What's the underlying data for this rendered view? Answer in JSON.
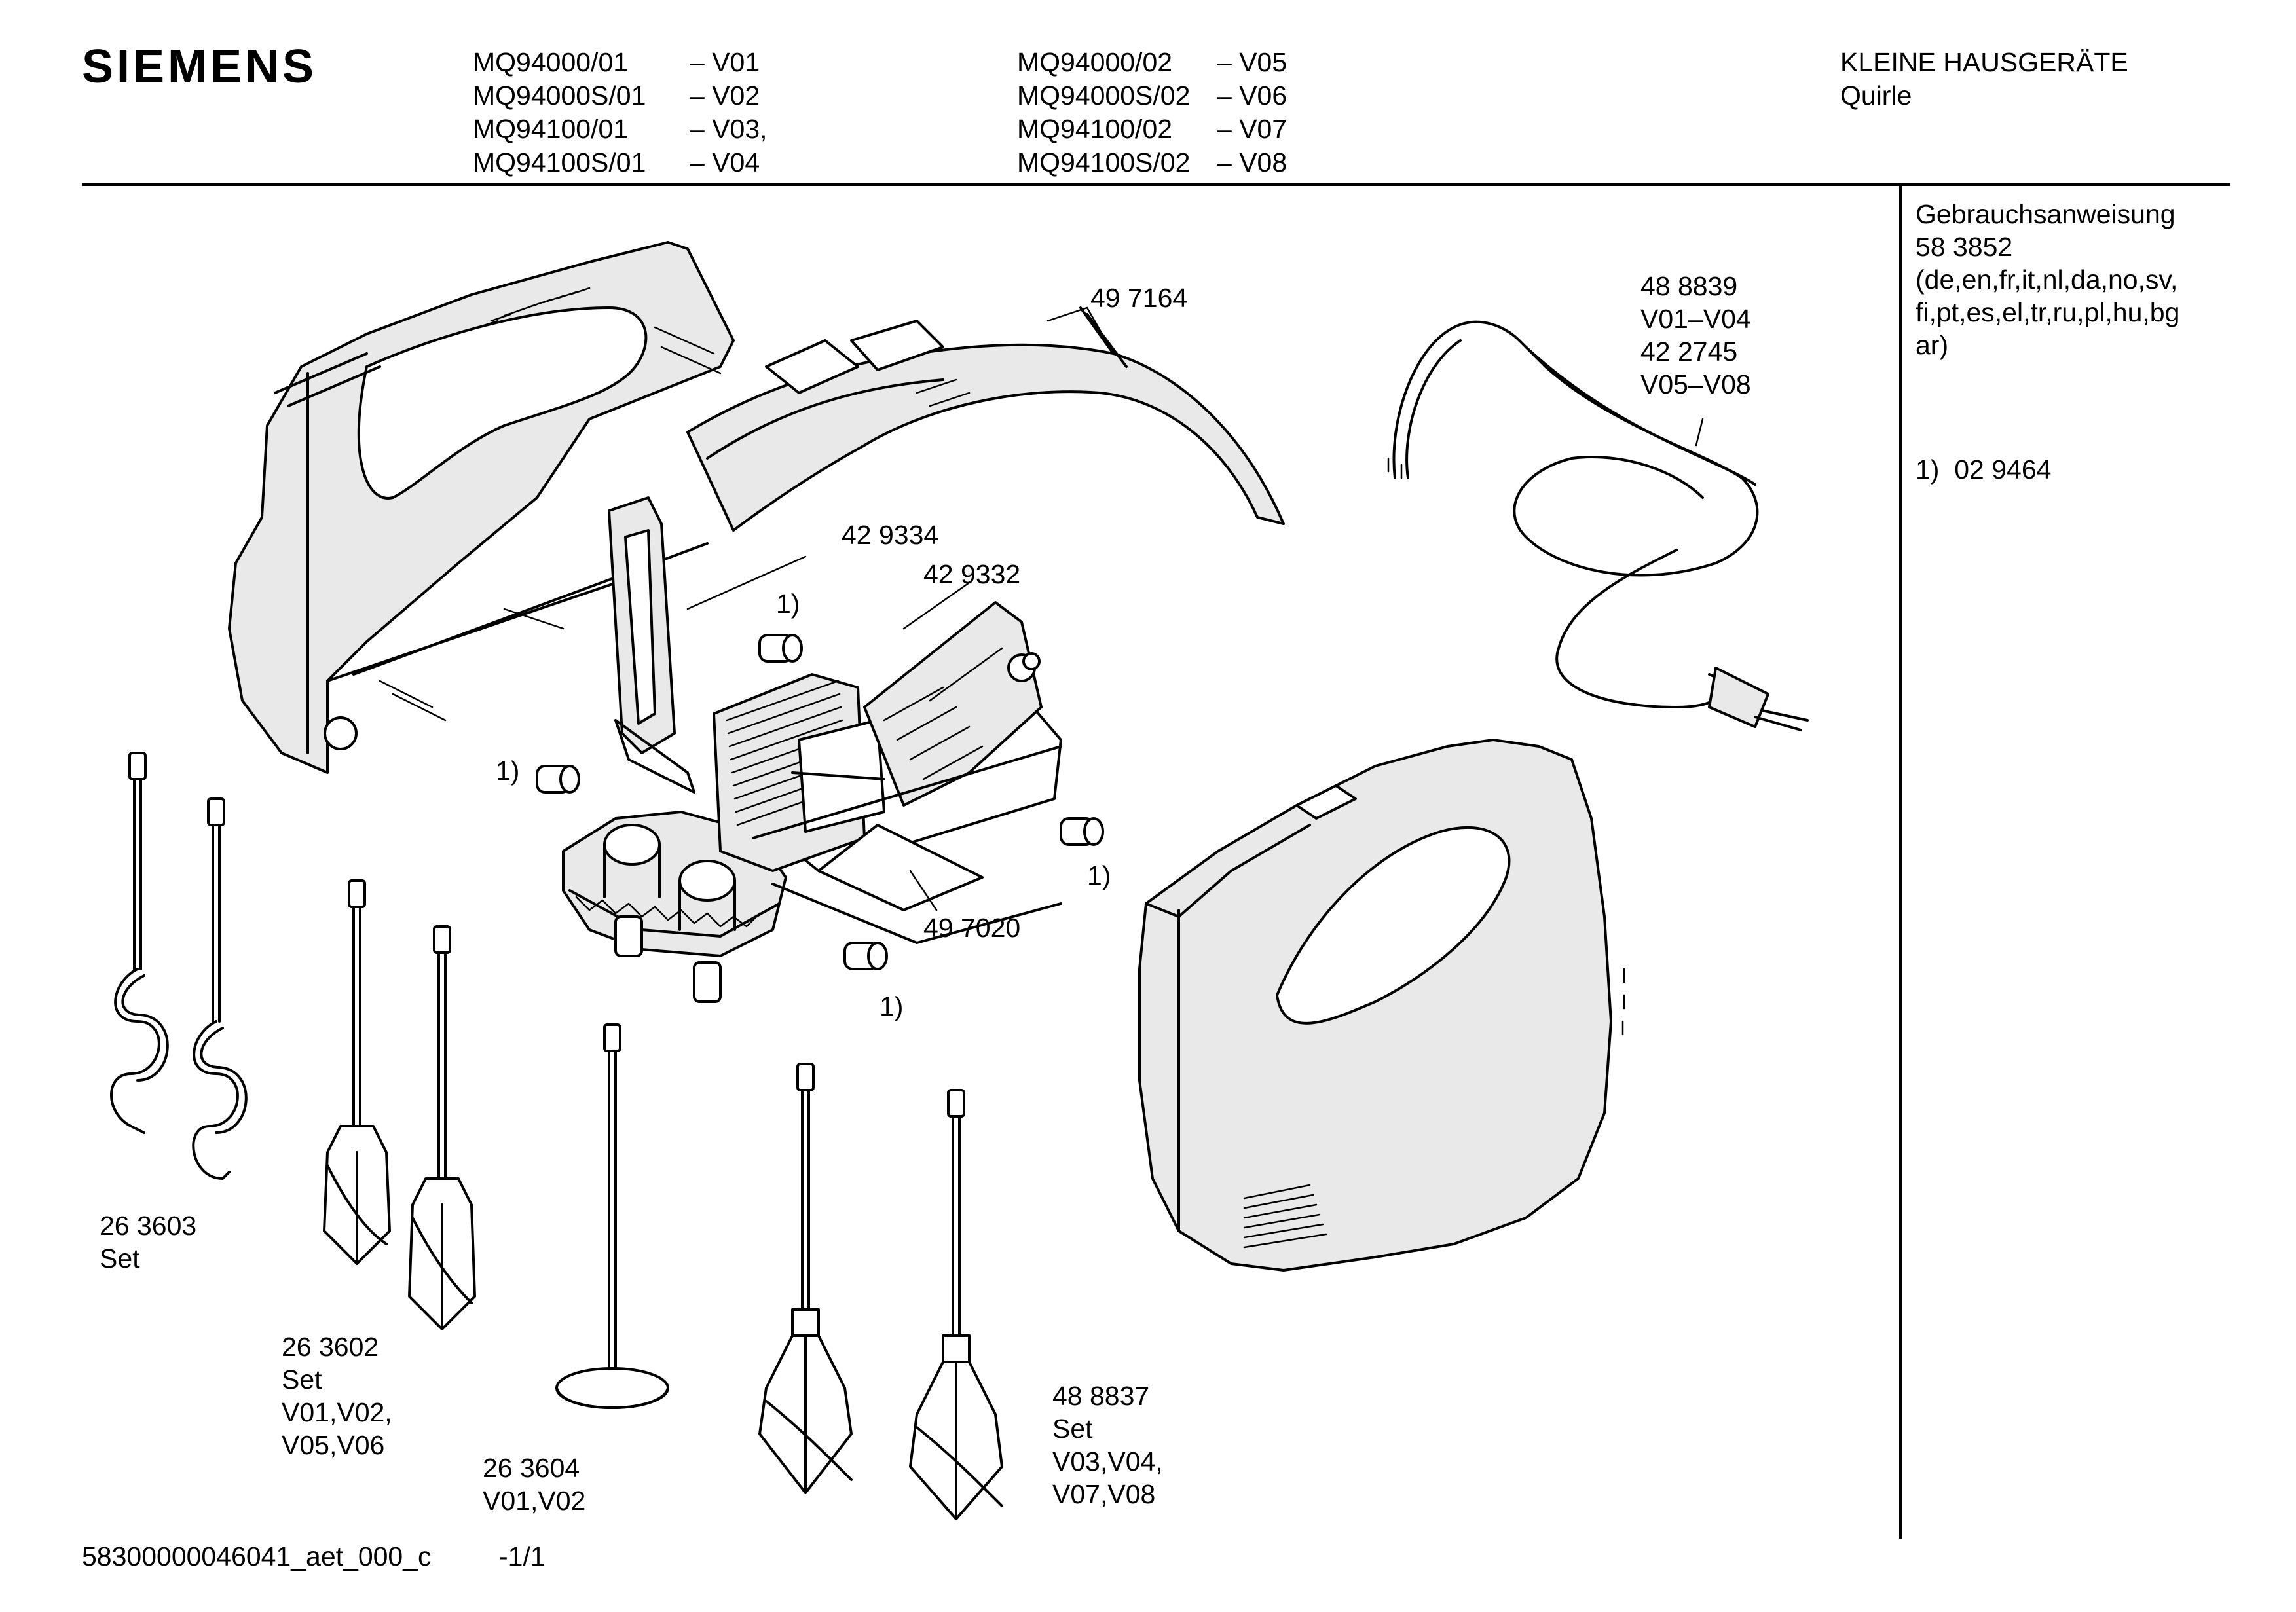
{
  "brand": "SIEMENS",
  "header": {
    "models_left": [
      {
        "model": "MQ94000/01",
        "version": "– V01"
      },
      {
        "model": "MQ94000S/01",
        "version": "– V02"
      },
      {
        "model": "MQ94100/01",
        "version": "– V03,"
      },
      {
        "model": "MQ94100S/01",
        "version": "– V04"
      }
    ],
    "models_right": [
      {
        "model": "MQ94000/02",
        "version": "– V05"
      },
      {
        "model": "MQ94000S/02",
        "version": "– V06"
      },
      {
        "model": "MQ94100/02",
        "version": "– V07"
      },
      {
        "model": "MQ94100S/02",
        "version": "– V08"
      }
    ],
    "category": "KLEINE HAUSGERÄTE",
    "subcategory": "Quirle"
  },
  "sidebar": {
    "manual_label": "Gebrauchsanweisung",
    "manual_number": "58 3852",
    "languages_1": "(de,en,fr,it,nl,da,no,sv,",
    "languages_2": "fi,pt,es,el,tr,ru,pl,hu,bg",
    "languages_3": "ar)",
    "note_1": "1)  02 9464"
  },
  "parts": {
    "p497164": "49 7164",
    "p429334": "42 9334",
    "p429332": "42 9332",
    "p497020": "49 7020",
    "cord_1": "48 8839",
    "cord_1_ver": "V01–V04",
    "cord_2": "42 2745",
    "cord_2_ver": "V05–V08",
    "note_a": "1)",
    "note_b": "1)",
    "note_c": "1)",
    "note_d": "1)",
    "hooks": "26 3603",
    "hooks_set": "Set",
    "whisks": "26 3602",
    "whisks_set": "Set",
    "whisks_ver_1": "V01,V02,",
    "whisks_ver_2": "V05,V06",
    "blender": "26 3604",
    "blender_ver": "V01,V02",
    "beaters": "48 8837",
    "beaters_set": "Set",
    "beaters_ver_1": "V03,V04,",
    "beaters_ver_2": "V07,V08"
  },
  "footer": {
    "doc_id": "58300000046041_aet_000_c",
    "page": "-1/1"
  }
}
